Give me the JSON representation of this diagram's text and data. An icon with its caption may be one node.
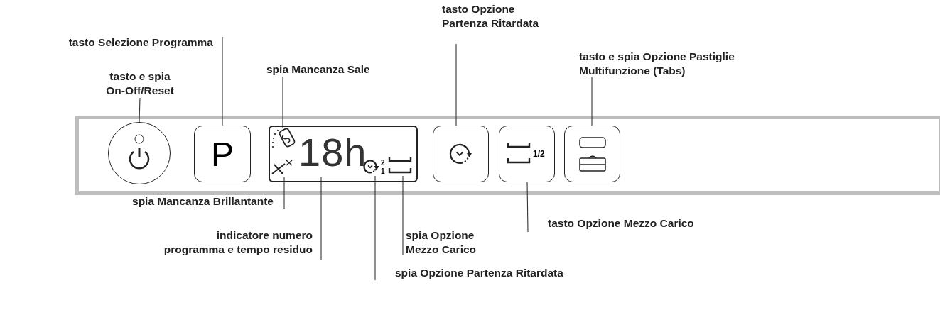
{
  "diagram": {
    "nodes": [
      {
        "text": [
          "tasto Selezione Programma"
        ]
      },
      {
        "text": [
          "tasto e spia On-Off/Reset"
        ]
      },
      {
        "text": [
          "spia Mancanza Sale"
        ]
      },
      {
        "text": [
          "tasto Opzione Partenza Ritardata"
        ]
      },
      {
        "text": [
          "tasto e spia Opzione Pastiglie Multifunzione (Tabs)"
        ]
      },
      {
        "text": [
          "spia Mancanza Brillantante"
        ]
      },
      {
        "text": [
          "indicatore numero programma e tempo residuo"
        ]
      },
      {
        "text": [
          "spia Opzione Mezzo Carico"
        ]
      },
      {
        "text": [
          "spia Opzione Partenza Ritardata"
        ]
      },
      {
        "text": [
          "tasto Opzione Mezzo Carico"
        ]
      },
      {
        "text": [],
        "shape": "circle"
      },
      {
        "text": [
          "P"
        ]
      },
      {
        "text": [],
        "shape": "box"
      },
      {
        "text": [],
        "shape": "salt",
        "in": 12
      },
      {
        "text": [],
        "shape": "sparkle",
        "in": 12
      },
      {
        "text": [
          "18h"
        ],
        "in": 12
      },
      {
        "text": [],
        "shape": "clock",
        "in": 12
      },
      {
        "text": [],
        "shape": "tray",
        "in": 12
      },
      {
        "text": [],
        "shape": "box"
      },
      {
        "text": [
          "1/2"
        ]
      },
      {
        "text": [],
        "shape": "box"
      }
    ],
    "edges": [
      {
        "from": 0,
        "to": 11,
        "arrow": "none"
      },
      {
        "from": 1,
        "to": 10,
        "arrow": "none"
      },
      {
        "from": 2,
        "to": 13,
        "arrow": "none"
      },
      {
        "from": 3,
        "to": 18,
        "arrow": "none"
      },
      {
        "from": 4,
        "to": 20,
        "arrow": "none"
      },
      {
        "from": 5,
        "to": 14,
        "arrow": "none"
      },
      {
        "from": 6,
        "to": 15,
        "arrow": "none"
      },
      {
        "from": 7,
        "to": 17,
        "arrow": "none"
      },
      {
        "from": 8,
        "to": 16,
        "arrow": "none"
      },
      {
        "from": 9,
        "to": 19,
        "arrow": "none"
      }
    ],
    "labels": [
      "2",
      "1"
    ]
  }
}
